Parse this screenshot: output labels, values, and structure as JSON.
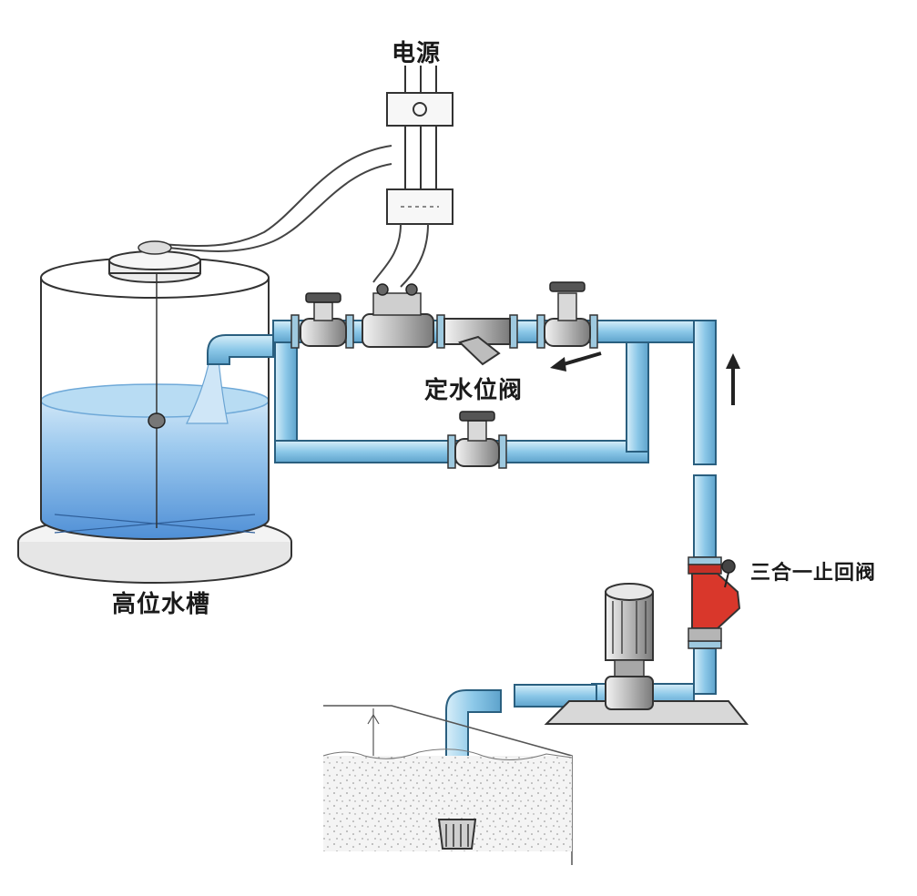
{
  "labels": {
    "power": "电源",
    "level_valve": "定水位阀",
    "high_tank": "高位水槽",
    "check_valve": "三合一止回阀"
  },
  "colors": {
    "pipe": "#8cc8e8",
    "pipe_edge": "#2a5f7f",
    "water": "#7fb7e6",
    "water_deep": "#4f8fd6",
    "check_valve": "#d9372b",
    "outline": "#333333"
  },
  "icons": [
    "power-box-icon",
    "gate-valve-icon",
    "level-valve-icon",
    "y-strainer-icon",
    "check-valve-icon",
    "pump-motor-icon",
    "foot-valve-icon",
    "flow-arrow-icon",
    "float-icon"
  ]
}
